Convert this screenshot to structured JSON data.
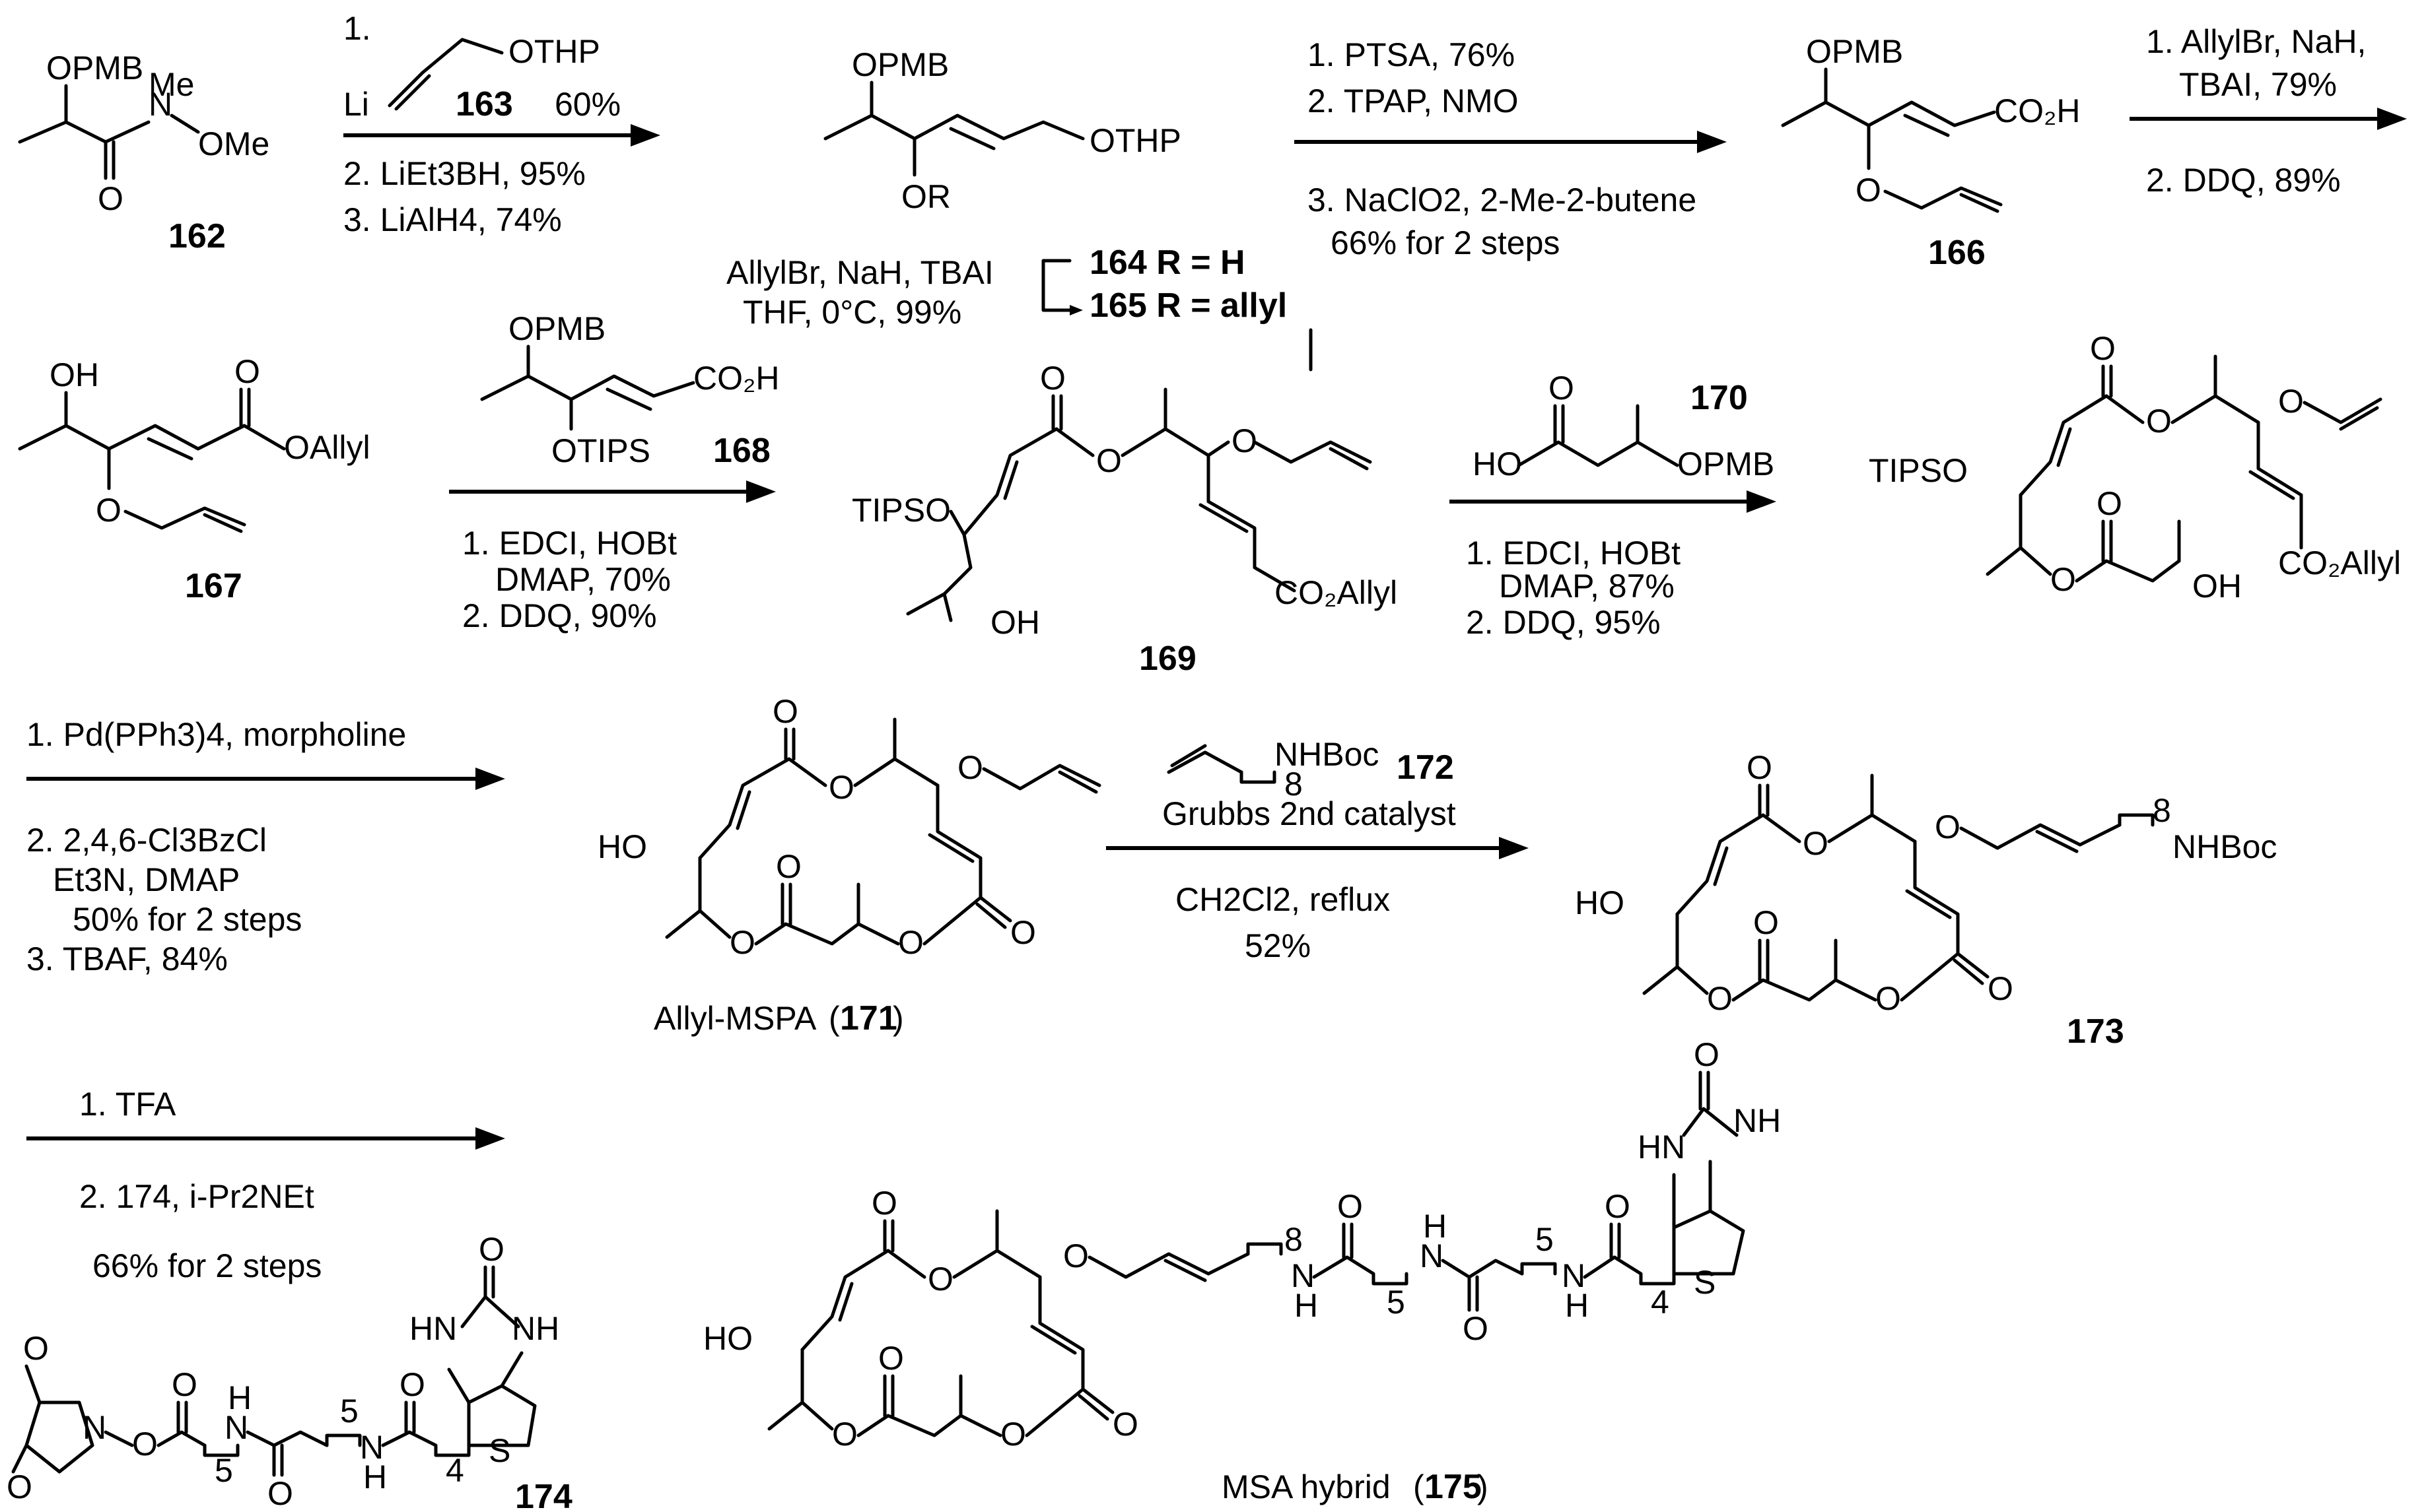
{
  "compounds": {
    "c162": {
      "id": "162",
      "groups": [
        "OPMB",
        "Me",
        "N",
        "OMe",
        "O"
      ]
    },
    "c163": {
      "id": "163",
      "groups": [
        "Li",
        "OTHP"
      ]
    },
    "c164_165": {
      "r_h": "164 R = H",
      "r_allyl": "165 R = allyl",
      "groups": [
        "OPMB",
        "OTHP",
        "OR"
      ]
    },
    "c166": {
      "id": "166",
      "groups": [
        "OPMB",
        "CO2H",
        "O"
      ]
    },
    "c167": {
      "id": "167",
      "groups": [
        "OH",
        "O",
        "OAllyl"
      ]
    },
    "c168": {
      "id": "168",
      "groups": [
        "OPMB",
        "CO2H",
        "OTIPS"
      ]
    },
    "c169": {
      "id": "169",
      "groups": [
        "O",
        "TIPSO",
        "OH",
        "CO2Allyl"
      ]
    },
    "c170": {
      "id": "170",
      "groups": [
        "HO",
        "O",
        "OPMB"
      ]
    },
    "intermediate": {
      "groups": [
        "O",
        "TIPSO",
        "OH",
        "CO2Allyl"
      ]
    },
    "c171": {
      "name": "Allyl-MSPA",
      "id": "171",
      "groups": [
        "HO",
        "O"
      ]
    },
    "c172": {
      "id": "172",
      "groups": [
        "NHBoc",
        "8"
      ]
    },
    "c173": {
      "id": "173",
      "groups": [
        "HO",
        "O",
        "NHBoc",
        "8"
      ]
    },
    "c174": {
      "id": "174",
      "groups": [
        "O",
        "N",
        "HN",
        "NH",
        "S",
        "5",
        "4"
      ]
    },
    "c175": {
      "name": "MSA hybrid",
      "id": "175",
      "groups": [
        "HO",
        "O",
        "HN",
        "NH",
        "H",
        "N",
        "S",
        "8",
        "5",
        "4"
      ]
    }
  },
  "reactions": {
    "r1": {
      "step1": "1.",
      "step1_yield": "60%",
      "step2": "2. LiEt3BH, 95%",
      "step3": "3. LiAlH4, 74%"
    },
    "r_allylation": {
      "line1": "AllylBr, NaH, TBAI",
      "line2": "THF, 0°C, 99%"
    },
    "r2": {
      "step1": "1. PTSA, 76%",
      "step2": "2. TPAP, NMO",
      "step3": "3. NaClO2, 2-Me-2-butene",
      "step3_yield": "66% for 2 steps"
    },
    "r3": {
      "step1a": "1. AllylBr, NaH,",
      "step1b": "TBAI, 79%",
      "step2": "2. DDQ, 89%"
    },
    "r4": {
      "step1": "1. EDCI, HOBt",
      "step1b": "DMAP, 70%",
      "step2": "2. DDQ, 90%"
    },
    "r5": {
      "step1": "1. EDCI, HOBt",
      "step1b": "DMAP, 87%",
      "step2": "2. DDQ, 95%"
    },
    "r6": {
      "step1": "1. Pd(PPh3)4, morpholine",
      "step2": "2. 2,4,6-Cl3BzCl",
      "step2b": "Et3N, DMAP",
      "step2c": "50% for 2 steps",
      "step3": "3. TBAF, 84%"
    },
    "r7": {
      "catalyst": "Grubbs 2nd catalyst",
      "solvent": "CH2Cl2, reflux",
      "yield": "52%"
    },
    "r8": {
      "step1": "1. TFA",
      "step2": "2. 174, i-Pr2NEt",
      "yield": "66% for 2 steps"
    }
  }
}
